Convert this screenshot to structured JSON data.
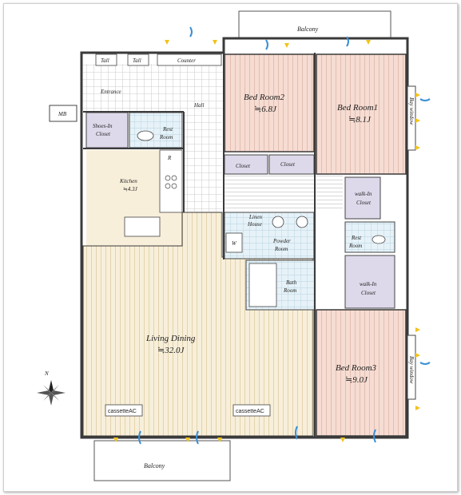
{
  "rooms": {
    "balcony_top": "Balcony",
    "balcony_bottom": "Balcony",
    "bedroom2": {
      "name": "Bed Room2",
      "size": "≒6.8J"
    },
    "bedroom1": {
      "name": "Bed Room1",
      "size": "≒8.1J"
    },
    "bedroom3": {
      "name": "Bed Room3",
      "size": "≒9.0J"
    },
    "living": {
      "name": "Living Dining",
      "size": "≒32.0J"
    },
    "kitchen": {
      "name": "Kitchen",
      "size": "≒4.3J"
    },
    "entrance": "Entrance",
    "hall": "Hall",
    "shoes_closet": [
      "Shoes-In",
      "Closet"
    ],
    "rest_room_1": [
      "Rest",
      "Room"
    ],
    "rest_room_2": [
      "Rest",
      "Room"
    ],
    "closet_a": "Closet",
    "closet_b": "Closet",
    "walkin_1": [
      "walk-In",
      "Closet"
    ],
    "walkin_2": [
      "walk-In",
      "Closet"
    ],
    "linen": [
      "Linen",
      "House"
    ],
    "powder": [
      "Powder",
      "Room"
    ],
    "bath": [
      "Bath",
      "Room"
    ],
    "mb": "MB",
    "tall_1": "Tall",
    "tall_2": "Tall",
    "counter": "Counter",
    "bay_window_1": "Bay window",
    "bay_window_2": "Bay window",
    "w_mark": "W",
    "r_mark": "R",
    "cassette_1": "cassetteAC",
    "cassette_2": "cassetteAC",
    "north": "N"
  },
  "colors": {
    "bedroom": "#f6dcd2",
    "living": "#f8efda",
    "closet": "#ddd8ea",
    "wet": "#e6f2f8",
    "wall": "#3a3a3a",
    "arrow_blue": "#3b8fd6",
    "arrow_yellow": "#f3c21a"
  }
}
